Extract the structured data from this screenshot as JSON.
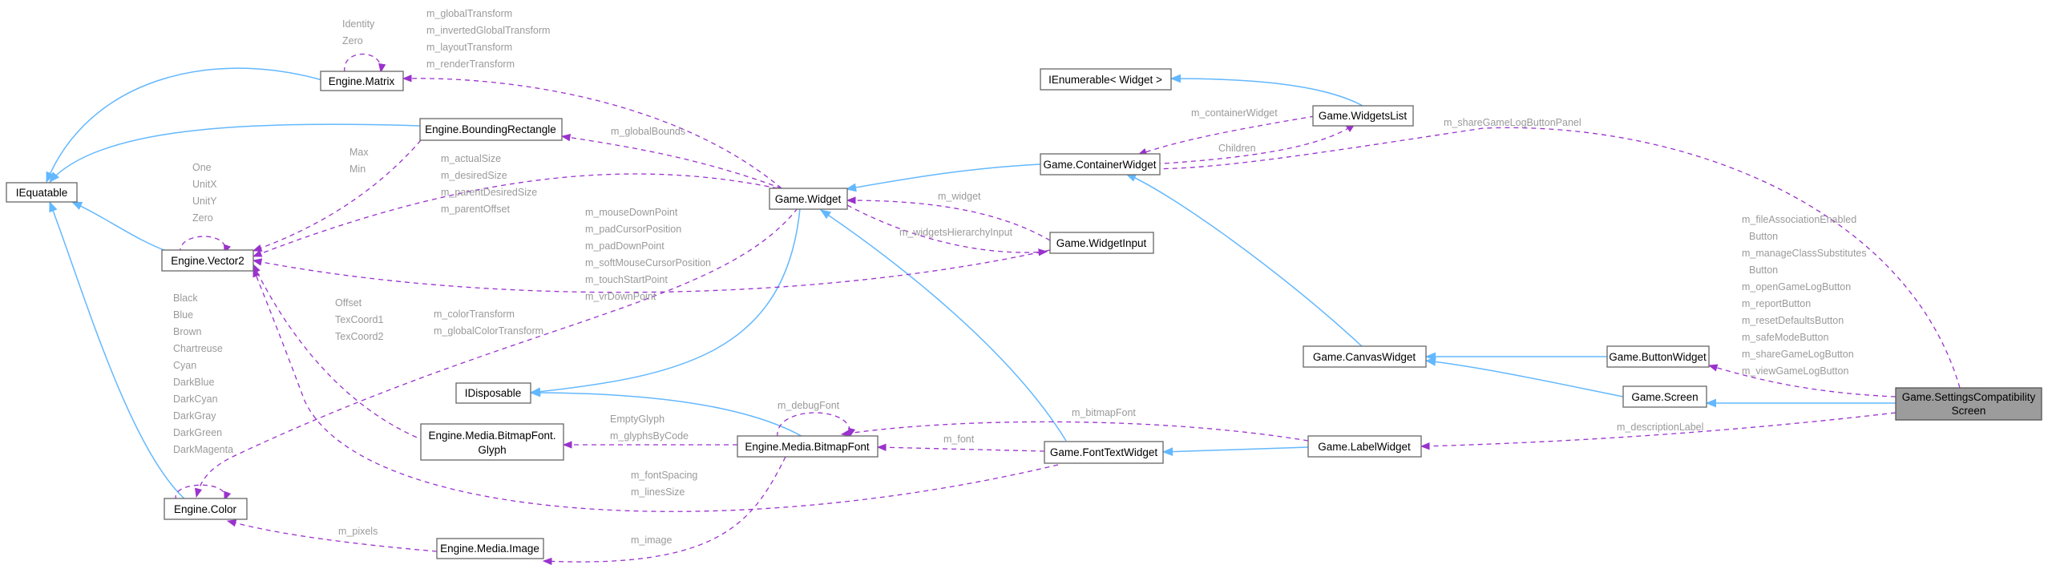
{
  "colors": {
    "inheritance": "#63b8ff",
    "usage": "#9a32cd",
    "highlight": "#9c9c9c",
    "label": "#9a9a9a"
  },
  "nodes": {
    "iequatable": "IEquatable",
    "matrix": "Engine.Matrix",
    "bounding_rectangle": "Engine.BoundingRectangle",
    "vector2": "Engine.Vector2",
    "idisposable": "IDisposable",
    "glyph": [
      "Engine.Media.BitmapFont.",
      "Glyph"
    ],
    "color": "Engine.Color",
    "image": "Engine.Media.Image",
    "bitmap_font": "Engine.Media.BitmapFont",
    "widget": "Game.Widget",
    "font_text_widget": "Game.FontTextWidget",
    "widget_input": "Game.WidgetInput",
    "ienumerable": "IEnumerable< Widget >",
    "widgets_list": "Game.WidgetsList",
    "container_widget": "Game.ContainerWidget",
    "canvas_widget": "Game.CanvasWidget",
    "label_widget": "Game.LabelWidget",
    "button_widget": "Game.ButtonWidget",
    "screen": "Game.Screen",
    "settings_screen": [
      "Game.SettingsCompatibility",
      "Screen"
    ]
  },
  "labels": {
    "matrix_self": [
      "Identity",
      "Zero"
    ],
    "matrix_transforms": [
      "m_globalTransform",
      "m_invertedGlobalTransform",
      "m_layoutTransform",
      "m_renderTransform"
    ],
    "vector2_self": [
      "One",
      "UnitX",
      "UnitY",
      "Zero"
    ],
    "vector2_maxmin": [
      "Max",
      "Min"
    ],
    "vector2_sizes": [
      "m_actualSize",
      "m_desiredSize",
      "m_parentDesiredSize",
      "m_parentOffset"
    ],
    "vector2_input": [
      "m_mouseDownPoint",
      "m_padCursorPosition",
      "m_padDownPoint",
      "m_softMouseCursorPosition",
      "m_touchStartPoint",
      "m_vrDownPoint"
    ],
    "vector2_glyph": [
      "Offset",
      "TexCoord1",
      "TexCoord2"
    ],
    "color_self": [
      "Black",
      "Blue",
      "Brown",
      "Chartreuse",
      "Cyan",
      "DarkBlue",
      "DarkCyan",
      "DarkGray",
      "DarkGreen",
      "DarkMagenta"
    ],
    "color_widget": [
      "m_colorTransform",
      "m_globalColorTransform"
    ],
    "pixels": "m_pixels",
    "global_bounds": "m_globalBounds",
    "widget_ref": "m_widget",
    "widgets_hierarchy_input": "m_widgetsHierarchyInput",
    "container_widget_ref": "m_containerWidget",
    "children": "Children",
    "share_panel": "m_shareGameLogButtonPanel",
    "debug_font": "m_debugFont",
    "glyph_refs": [
      "EmptyGlyph",
      "m_glyphsByCode"
    ],
    "font": "m_font",
    "font_spacing": [
      "m_fontSpacing",
      "m_linesSize"
    ],
    "image_ref": "m_image",
    "bitmap_font_ref": "m_bitmapFont",
    "description_label": "m_descriptionLabel",
    "buttons": [
      "m_fileAssociationEnabled",
      "Button",
      "m_manageClassSubstitutes",
      "Button",
      "m_openGameLogButton",
      "m_reportButton",
      "m_resetDefaultsButton",
      "m_safeModeButton",
      "m_shareGameLogButton",
      "m_viewGameLogButton"
    ]
  }
}
